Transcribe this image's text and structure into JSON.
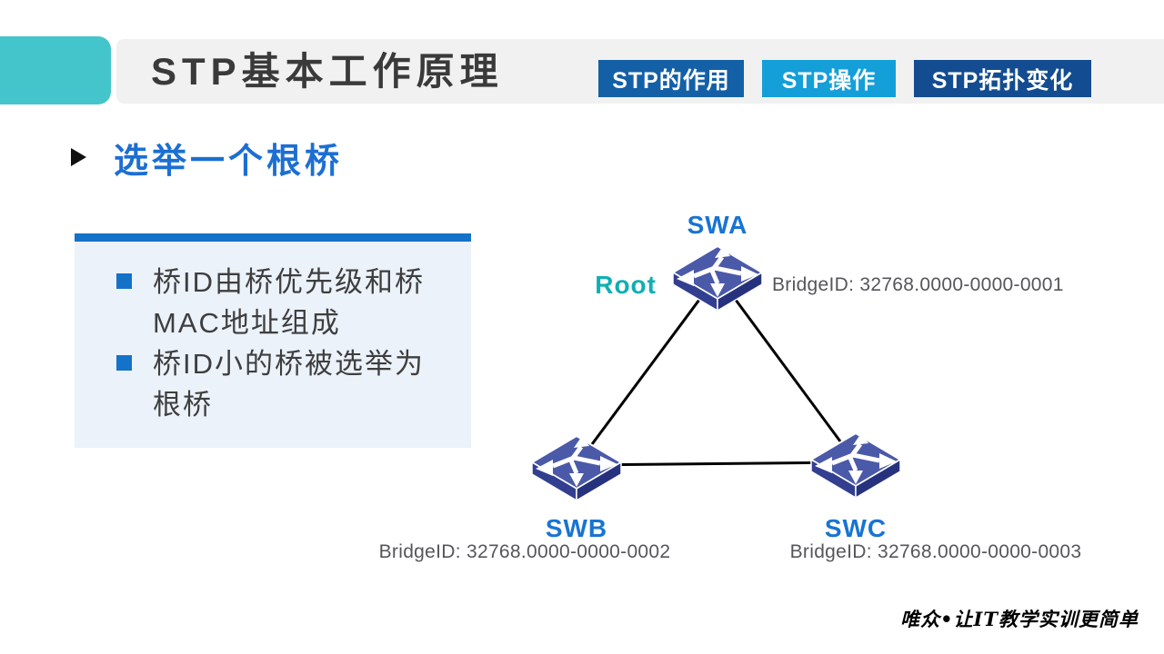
{
  "header": {
    "title": "STP基本工作原理",
    "accent_color": "#44C5CB",
    "bar_color": "#F1F1F1",
    "tabs": [
      {
        "label": "STP的作用",
        "color": "#1460A7"
      },
      {
        "label": "STP操作",
        "color": "#149FD9"
      },
      {
        "label": "STP拓扑变化",
        "color": "#134C90"
      }
    ]
  },
  "section": {
    "heading": "选举一个根桥",
    "heading_color": "#1C6FD2"
  },
  "info_box": {
    "accent_color": "#1472C8",
    "background_color": "#EBF2FA",
    "bullets": [
      {
        "line1": "桥ID由桥优先级和桥",
        "line2": "MAC地址组成"
      },
      {
        "line1": "桥ID小的桥被选举为",
        "line2": "根桥"
      }
    ]
  },
  "diagram": {
    "nodes": [
      {
        "name": "SWA",
        "role": "Root",
        "bridge_id": "BridgeID: 32768.0000-0000-0001"
      },
      {
        "name": "SWB",
        "bridge_id": "BridgeID: 32768.0000-0000-0002"
      },
      {
        "name": "SWC",
        "bridge_id": "BridgeID: 32768.0000-0000-0003"
      }
    ],
    "links": [
      [
        "SWA",
        "SWB"
      ],
      [
        "SWA",
        "SWC"
      ],
      [
        "SWB",
        "SWC"
      ]
    ],
    "node_label_color": "#1874D2",
    "root_label_color": "#0FAFB2",
    "bridge_id_color": "#55565A",
    "switch_top_color": "#4B59A9",
    "link_color": "#000000"
  },
  "footer": {
    "watermark": "唯众•让IT教学实训更简单"
  }
}
